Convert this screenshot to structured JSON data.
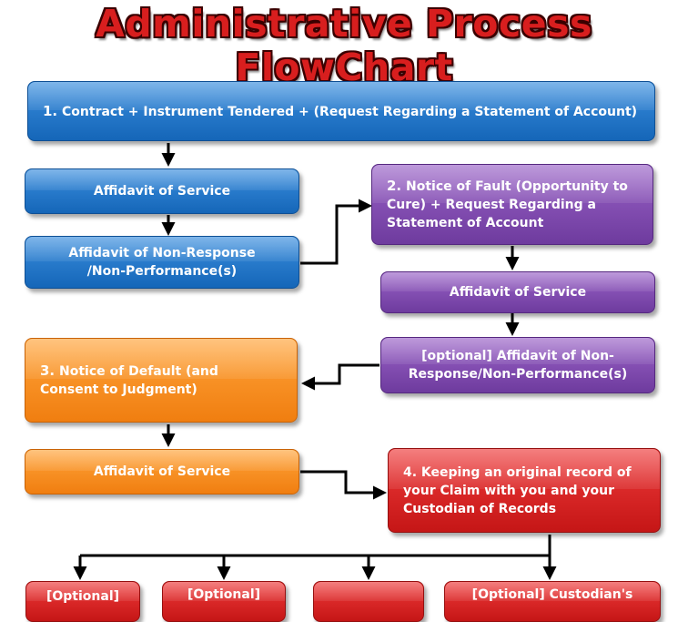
{
  "title": "Administrative Process FlowChart",
  "colors": {
    "blue": "#1f78cf",
    "purple": "#7f4bb0",
    "orange": "#f88e20",
    "red": "#d62020",
    "connector": "#000000"
  },
  "boxes": {
    "step1": {
      "num": "1.",
      "text": " Contract + Instrument Tendered + (Request Regarding a Statement of Account)"
    },
    "affidavit_service_1": {
      "text": "Affidavit of Service"
    },
    "affidavit_nonresponse_1": {
      "line1": "Affidavit of Non-Response",
      "line2": "/Non-Performance(s)"
    },
    "step2": {
      "num": "2.",
      "line1": " Notice of Fault (Opportunity to",
      "line2": "Cure) + Request Regarding a",
      "line3": "Statement of Account"
    },
    "affidavit_service_2": {
      "text": "Affidavit of Service"
    },
    "affidavit_nonresponse_2": {
      "line1": "[optional] Affidavit of Non-",
      "line2": "Response/Non-Performance(s)"
    },
    "step3": {
      "num": "3.",
      "line1": " Notice of Default (and",
      "line2": "Consent to Judgment)"
    },
    "affidavit_service_3": {
      "text": "Affidavit of Service"
    },
    "step4": {
      "line1": "4. Keeping an original record of",
      "line2": "your Claim with you and your",
      "line3": "Custodian of Records"
    },
    "optional_a": {
      "text": "[Optional]"
    },
    "optional_b": {
      "text": "[Optional]"
    },
    "optional_c": {
      "text": ""
    },
    "optional_d": {
      "text": "[Optional] Custodian's"
    }
  }
}
